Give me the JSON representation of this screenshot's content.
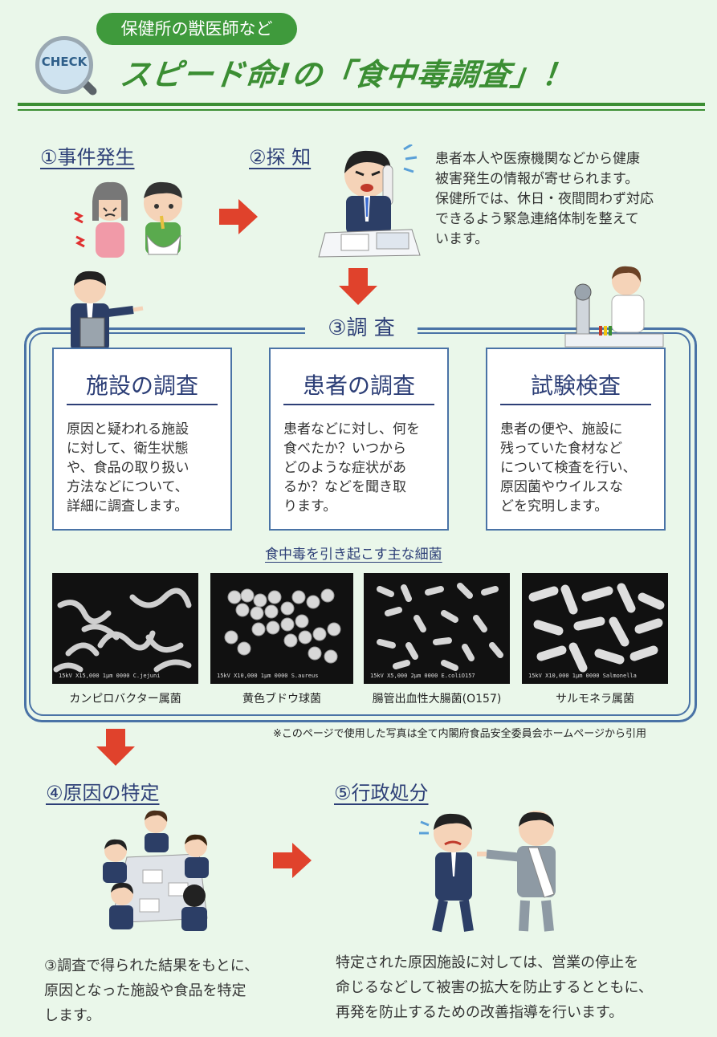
{
  "header": {
    "badge": "保健所の獣医師など",
    "title": "スピード命!の「食中毒調査」！",
    "check_label": "CHECK"
  },
  "steps": {
    "s1": {
      "heading": "①事件発生"
    },
    "s2": {
      "heading": "②探 知",
      "text": [
        "患者本人や医療機関などから健康",
        "被害発生の情報が寄せられます。",
        "保健所では、休日・夜間問わず対応",
        "できるよう緊急連絡体制を整えて",
        "います。"
      ]
    },
    "s3": {
      "heading": "③調 査"
    },
    "s4": {
      "heading": "④原因の特定",
      "text": [
        "③調査で得られた結果をもとに、",
        "原因となった施設や食品を特定",
        "します。"
      ]
    },
    "s5": {
      "heading": "⑤行政処分",
      "text": [
        "特定された原因施設に対しては、営業の停止を",
        "命じるなどして被害の拡大を防止するとともに、",
        "再発を防止するための改善指導を行います。"
      ]
    }
  },
  "cards": [
    {
      "title": "施設の調査",
      "body": [
        "原因と疑われる施設",
        "に対して、衛生状態",
        "や、食品の取り扱い",
        "方法などについて、",
        "詳細に調査します。"
      ]
    },
    {
      "title": "患者の調査",
      "body": [
        "患者などに対し、何を",
        "食べたか？いつから",
        "どのような症状があ",
        "るか？などを聞き取",
        "ります。"
      ]
    },
    {
      "title": "試験検査",
      "body": [
        "患者の便や、施設に",
        "残っていた食材など",
        "について検査を行い、",
        "原因菌やウイルスな",
        "どを究明します。"
      ]
    }
  ],
  "bacteria": {
    "title": "食中毒を引き起こす主な細菌",
    "items": [
      {
        "caption": "カンピロバクター属菌",
        "scale": "15kV  X15,000   1μm 0000 C.jejuni"
      },
      {
        "caption": "黄色ブドウ球菌",
        "scale": "15kV  X10,000   1μm 0000 S.aureus"
      },
      {
        "caption": "腸管出血性大腸菌(O157)",
        "scale": "15kV  X5,000   2μm 0000 E.coliO157"
      },
      {
        "caption": "サルモネラ属菌",
        "scale": "15kV  X10,000   1μm 0000 Salmonella"
      }
    ]
  },
  "note": "※このページで使用した写真は全て内閣府食品安全委員会ホームページから引用",
  "colors": {
    "green": "#3b8e33",
    "navy": "#2d3f77",
    "frame": "#4a73a6",
    "arrow": "#e0422c",
    "bg": "#eaf7ea"
  }
}
